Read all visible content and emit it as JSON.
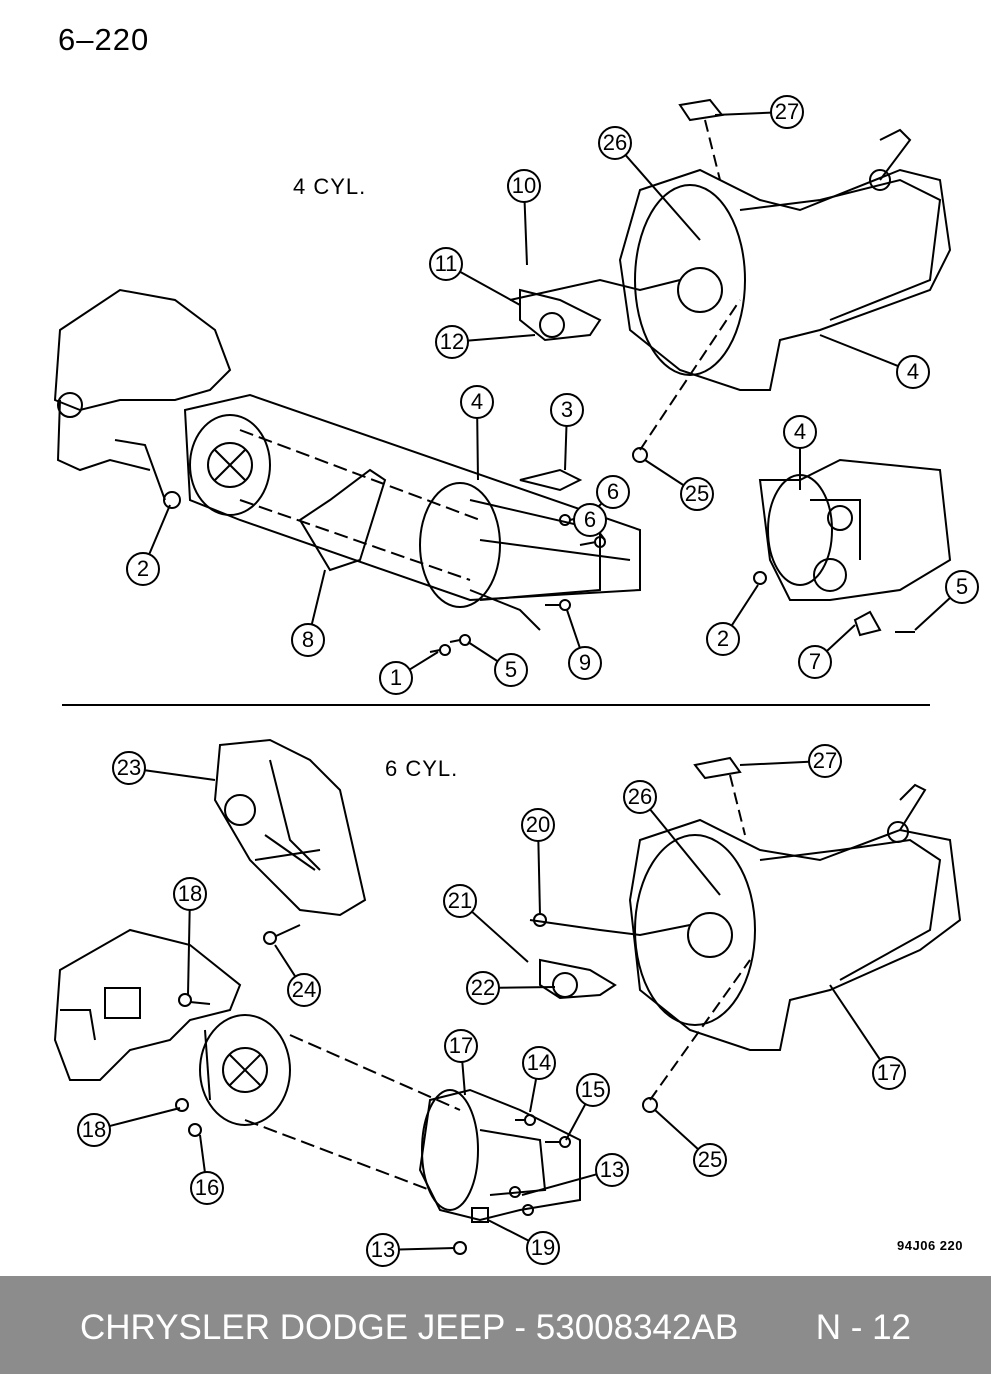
{
  "page_number": "6–220",
  "sections": {
    "top": {
      "label": "4  CYL."
    },
    "bottom": {
      "label": "6  CYL."
    }
  },
  "top_callouts": [
    "27",
    "26",
    "10",
    "11",
    "12",
    "4",
    "4",
    "3",
    "6",
    "25",
    "4",
    "2",
    "8",
    "1",
    "5",
    "9",
    "2",
    "7",
    "5",
    "6"
  ],
  "bottom_callouts": [
    "23",
    "27",
    "26",
    "20",
    "21",
    "22",
    "18",
    "24",
    "17",
    "14",
    "15",
    "18",
    "16",
    "13",
    "19",
    "13",
    "25",
    "17"
  ],
  "reference_code": "94J06  220",
  "footer": {
    "part_text": "CHRYSLER DODGE JEEP - 53008342AB",
    "page_code": "N - 12"
  }
}
